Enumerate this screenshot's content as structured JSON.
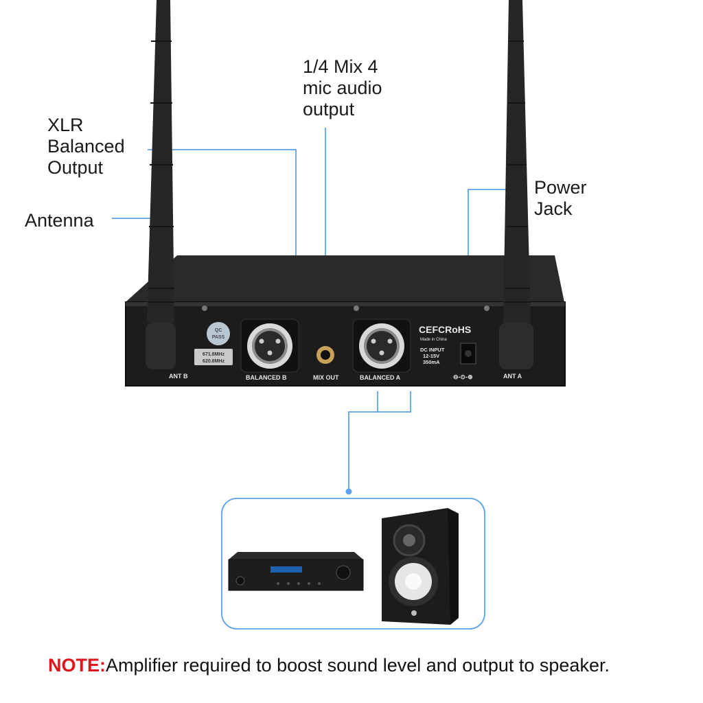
{
  "callouts": {
    "xlr": [
      "XLR",
      "Balanced",
      "Output"
    ],
    "antenna": "Antenna",
    "mix": [
      "1/4 Mix 4",
      "mic audio",
      "output"
    ],
    "power": [
      "Power",
      "Jack"
    ]
  },
  "panel": {
    "ant_b": "ANT B",
    "ant_a": "ANT A",
    "balanced_b": "BALANCED B",
    "balanced_a": "BALANCED A",
    "mix_out": "MIX OUT",
    "qc_line1": "QC",
    "qc_line2": "PASS",
    "freq_line1": "671.8MHz",
    "freq_line2": "620.8MHz",
    "certs": "CEFCRoHS",
    "made_in": "Made in China",
    "dc_line1": "DC INPUT",
    "dc_line2": "12-15V",
    "dc_line3": "350mA"
  },
  "note": {
    "key": "NOTE:",
    "text": "Amplifier required to boost sound level and output to speaker."
  },
  "colors": {
    "callout_line": "#5ba3e8",
    "note_key": "#e2141b",
    "device": "#1c1c1c",
    "text": "#1a1a1a"
  }
}
